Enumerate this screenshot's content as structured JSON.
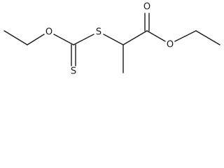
{
  "molecule": {
    "atoms": {
      "o_ether": "O",
      "s_bridge": "S",
      "s_thione": "S",
      "o_carbonyl": "O",
      "o_ester": "O"
    }
  }
}
